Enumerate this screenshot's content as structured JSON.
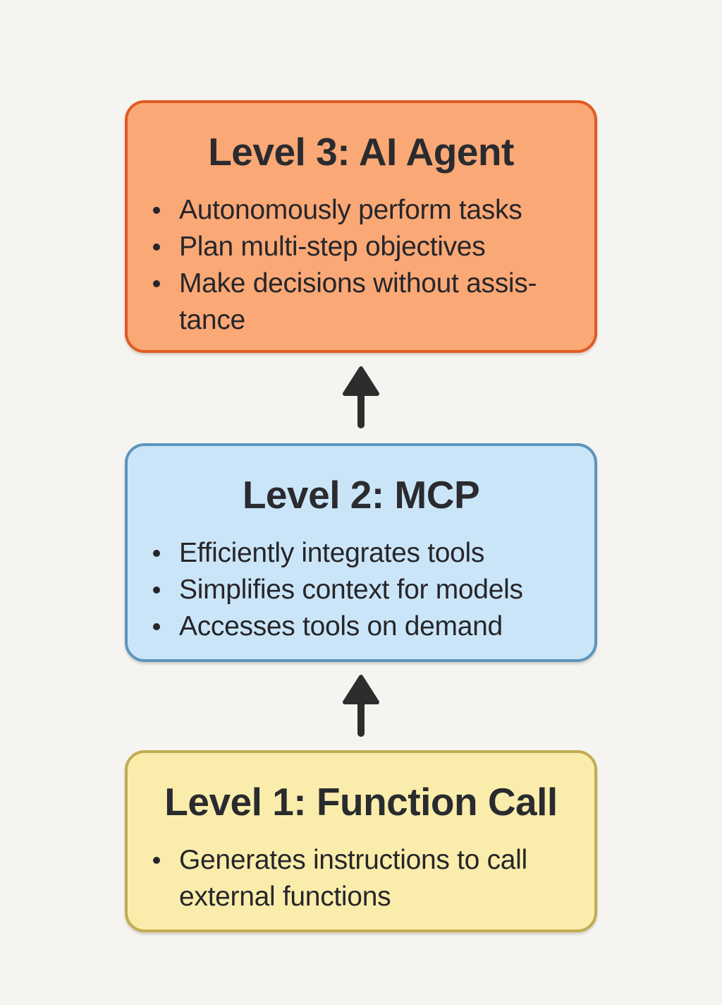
{
  "page": {
    "background_color": "#f5f4f1",
    "text_color": "#26262a"
  },
  "diagram": {
    "description": "Three-level stacked diagram with upward arrows from Level 1 to Level 3",
    "arrow": {
      "direction": "up",
      "color": "#2d2d2d"
    },
    "levels": [
      {
        "level": 3,
        "title": "Level 3: AI Agent",
        "bullets": [
          "Autonomously perform tasks",
          "Plan multi-step objectives",
          "Make decisions without assis­tance"
        ],
        "fill_color": "#faa876",
        "border_color": "#e05a24"
      },
      {
        "level": 2,
        "title": "Level 2: MCP",
        "bullets": [
          "Efficiently integrates tools",
          "Simplifies context for models",
          "Accesses tools on demand"
        ],
        "fill_color": "#cbe5f8",
        "border_color": "#5c95be"
      },
      {
        "level": 1,
        "title": "Level 1: Function Call",
        "bullets": [
          "Generates instructions to call external functions"
        ],
        "fill_color": "#faedac",
        "border_color": "#c2ac52"
      }
    ]
  }
}
